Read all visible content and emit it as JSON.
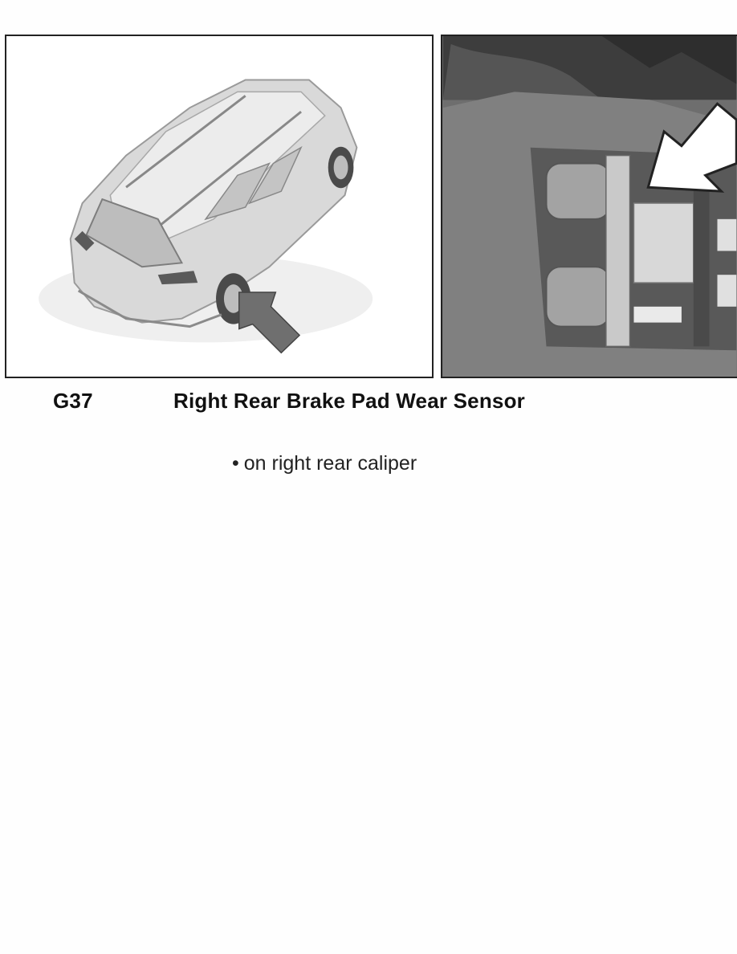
{
  "component": {
    "code": "G37",
    "title": "Right Rear Brake Pad Wear Sensor"
  },
  "location": {
    "bullet": "•",
    "text": "on right rear caliper"
  },
  "figures": [
    {
      "depicts": "vehicle-overview-rear-right-wheel"
    },
    {
      "depicts": "rear-caliper-closeup"
    }
  ],
  "colors": {
    "arrow_fill_left": "#6f6f6f",
    "arrow_fill_right": "#ffffff",
    "text": "#111111"
  }
}
